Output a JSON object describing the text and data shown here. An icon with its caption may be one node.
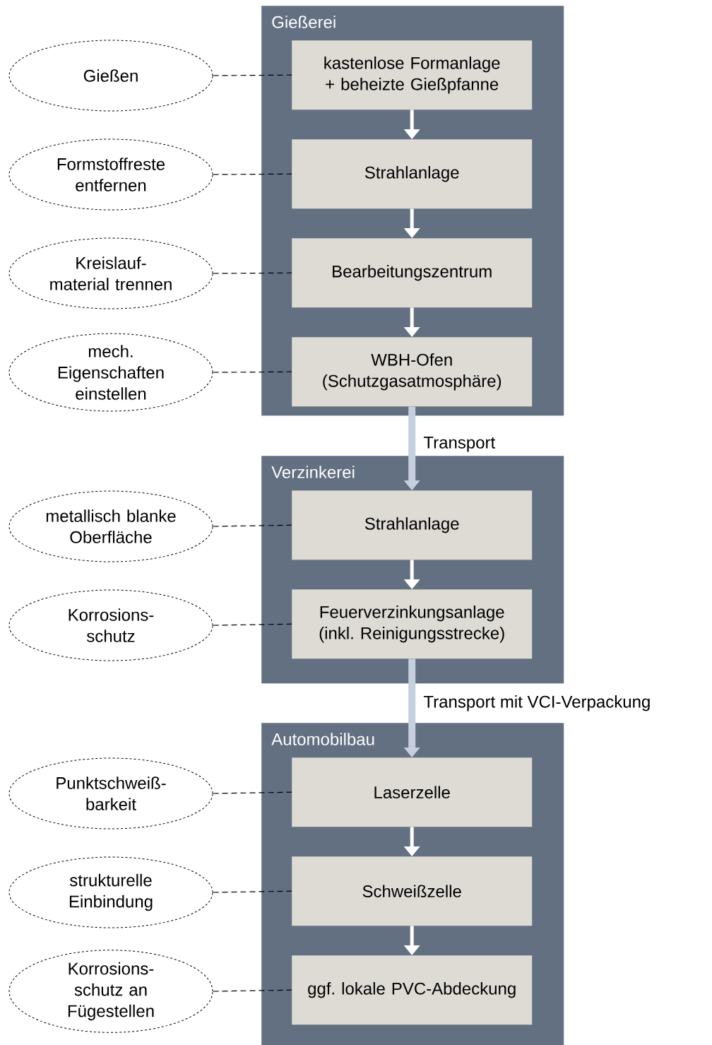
{
  "diagram": {
    "nodes": [
      {
        "text": [
          "Gießerei"
        ]
      },
      {
        "text": [
          "kastenlose Formanlage + beheizte Gießpfanne"
        ],
        "in": 0
      },
      {
        "text": [
          "Strahlanlage"
        ],
        "in": 0
      },
      {
        "text": [
          "Bearbeitungszentrum"
        ],
        "in": 0
      },
      {
        "text": [
          "WBH-Ofen (Schutzgasatmosphäre)"
        ],
        "in": 0
      },
      {
        "text": [
          "Verzinkerei"
        ]
      },
      {
        "text": [
          "Strahlanlage"
        ],
        "in": 5
      },
      {
        "text": [
          "Feuerverzinkungsanlage (inkl. Reinigungsstrecke)"
        ],
        "in": 5
      },
      {
        "text": [
          "Automobilbau"
        ]
      },
      {
        "text": [
          "Laserzelle"
        ],
        "in": 8
      },
      {
        "text": [
          "Schweißzelle"
        ],
        "in": 8
      },
      {
        "text": [
          "ggf. lokale PVC-Abdeckung"
        ],
        "in": 8
      },
      {
        "text": [
          "Gießen"
        ]
      },
      {
        "text": [
          "Formstoffreste entfernen"
        ]
      },
      {
        "text": [
          "Kreislauf-material trennen"
        ]
      },
      {
        "text": [
          "mech. Eigenschaften einstellen"
        ]
      },
      {
        "text": [
          "metallisch blanke Oberfläche"
        ]
      },
      {
        "text": [
          "Korrosions-schutz"
        ]
      },
      {
        "text": [
          "Punktschweiß-barkeit"
        ]
      },
      {
        "text": [
          "strukturelle Einbindung"
        ]
      },
      {
        "text": [
          "Korrosions-schutz an Fügestellen"
        ]
      }
    ],
    "edges": [
      {
        "from": 1,
        "to": 2,
        "arrow": "to",
        "style": "thick",
        "color": "#ffffff"
      },
      {
        "from": 2,
        "to": 3,
        "arrow": "to",
        "style": "thick",
        "color": "#ffffff"
      },
      {
        "from": 3,
        "to": 4,
        "arrow": "to",
        "style": "thick",
        "color": "#ffffff"
      },
      {
        "from": 4,
        "to": 6,
        "arrow": "to",
        "label": "Transport",
        "style": "thick",
        "color": "#c5cfdd"
      },
      {
        "from": 6,
        "to": 7,
        "arrow": "to",
        "style": "thick",
        "color": "#ffffff"
      },
      {
        "from": 7,
        "to": 9,
        "arrow": "to",
        "label": "Transport mit VCI-Verpackung",
        "style": "thick",
        "color": "#c5cfdd"
      },
      {
        "from": 9,
        "to": 10,
        "arrow": "to",
        "style": "thick",
        "color": "#ffffff"
      },
      {
        "from": 10,
        "to": 11,
        "arrow": "to",
        "style": "thick",
        "color": "#ffffff"
      },
      {
        "from": 12,
        "to": 1,
        "arrow": "none",
        "style": "dashed"
      },
      {
        "from": 13,
        "to": 2,
        "arrow": "none",
        "style": "dashed"
      },
      {
        "from": 14,
        "to": 3,
        "arrow": "none",
        "style": "dashed"
      },
      {
        "from": 15,
        "to": 4,
        "arrow": "none",
        "style": "dashed"
      },
      {
        "from": 16,
        "to": 6,
        "arrow": "none",
        "style": "dashed"
      },
      {
        "from": 17,
        "to": 7,
        "arrow": "none",
        "style": "dashed"
      },
      {
        "from": 18,
        "to": 9,
        "arrow": "none",
        "style": "dashed"
      },
      {
        "from": 19,
        "to": 10,
        "arrow": "none",
        "style": "dashed"
      },
      {
        "from": 20,
        "to": 11,
        "arrow": "none",
        "style": "dashed"
      }
    ]
  }
}
